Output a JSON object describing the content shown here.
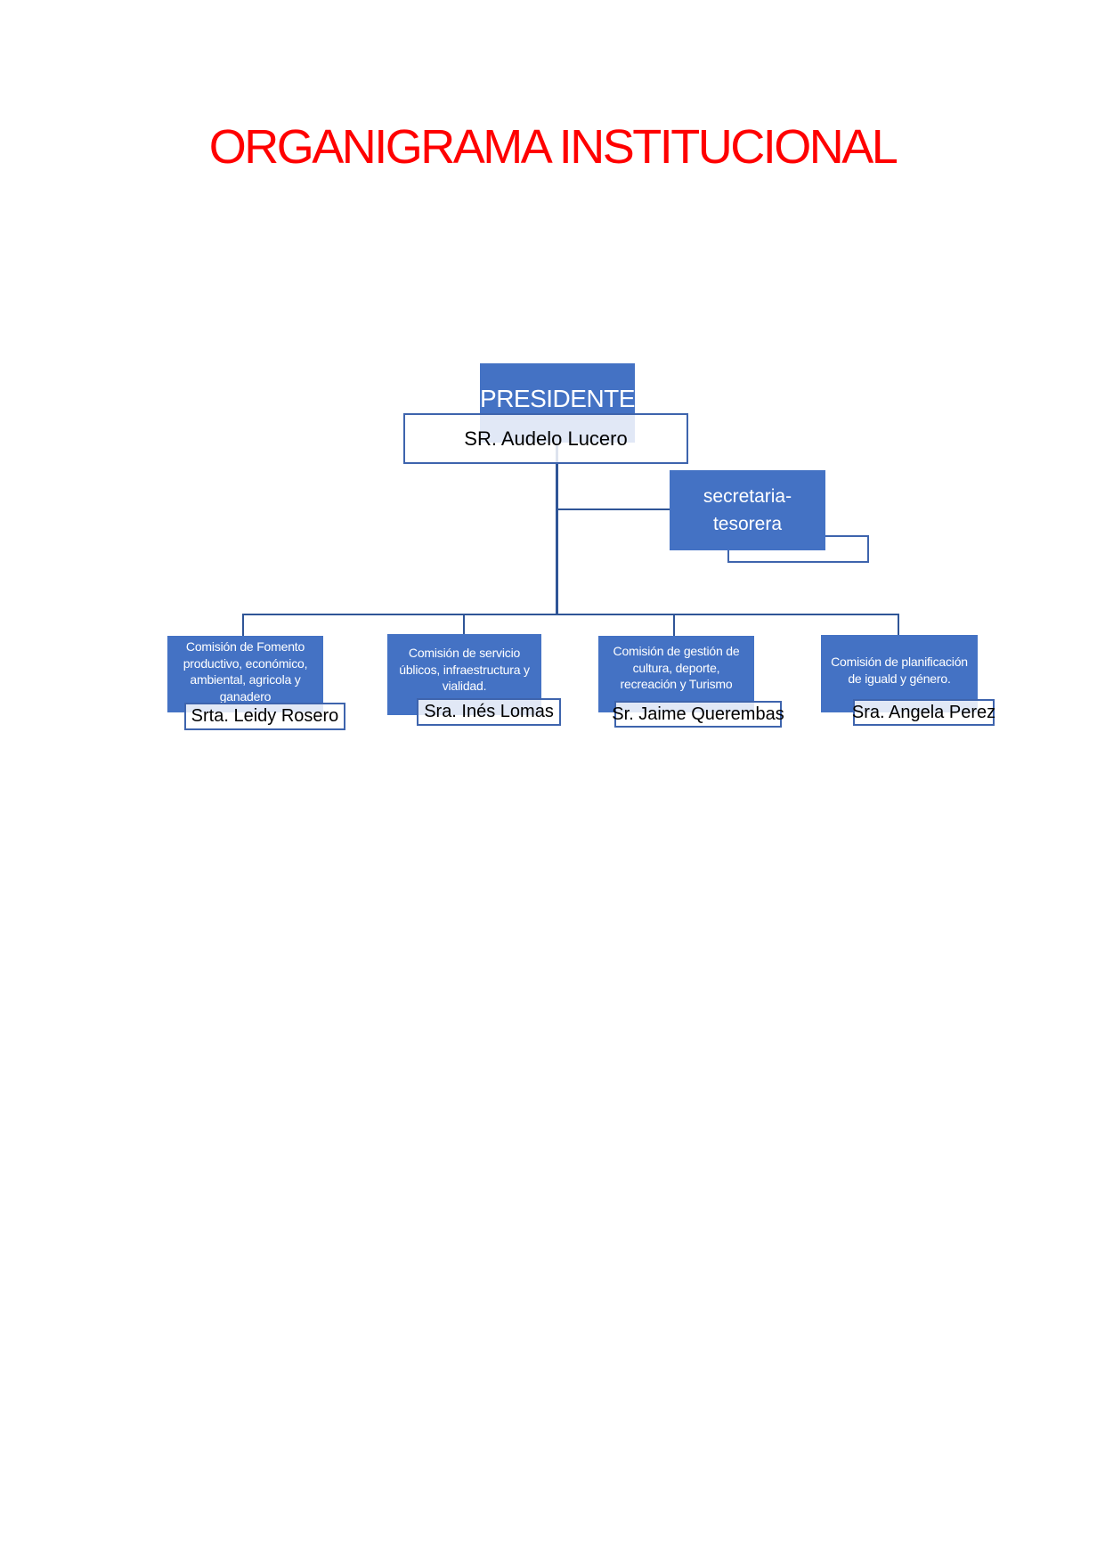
{
  "title": "ORGANIGRAMA INSTITUCIONAL",
  "colors": {
    "accent_blue": "#4472C4",
    "border_blue": "#3E64AD",
    "connector_blue": "#2F5597",
    "title_red": "#FF0000"
  },
  "org_chart": {
    "president": {
      "role": "PRESIDENTE",
      "name": "SR. Audelo Lucero"
    },
    "secretary": {
      "role": "secretaria-\ntesorera"
    },
    "commissions": [
      {
        "role": "Comisión de Fomento\nproductivo, económico,\nambiental, agricola y\nganadero",
        "name": "Srta. Leidy Rosero"
      },
      {
        "role": "Comisión de servicio\núblicos, infraestructura y\nvialidad.",
        "name": "Sra. Inés Lomas"
      },
      {
        "role": "Comisión de gestión de\ncultura, deporte,\nrecreación y Turismo",
        "name": "Sr. Jaime Querembas"
      },
      {
        "role": "Comisión de planificación\nde iguald y género.",
        "name": "Sra. Angela Perez"
      }
    ]
  }
}
